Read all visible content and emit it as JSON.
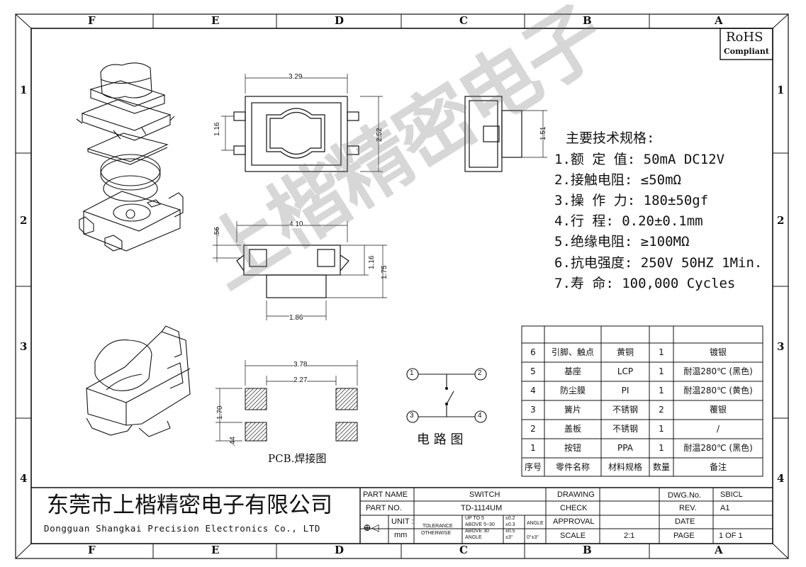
{
  "zones": {
    "columns": [
      "F",
      "E",
      "D",
      "C",
      "B",
      "A"
    ],
    "rows": [
      "1",
      "2",
      "3",
      "4"
    ]
  },
  "rohs": {
    "title": "RoHS",
    "subtitle": "Compliant"
  },
  "dimensions": {
    "d_3_29": "3.29",
    "d_1_16_top": "1.16",
    "d_2_52": "2.52",
    "d_1_51": "1.51",
    "d_4_10": "4.10",
    "d_0_56": ".56",
    "d_1_16_side": "1.16",
    "d_1_75": "1.75",
    "d_1_86": "1.86",
    "d_3_78": "3.78",
    "d_2_27": "2.27",
    "d_1_70": "1.70",
    "d_0_44": ".44"
  },
  "pcb_label": "PCB.焊接图",
  "circuit": {
    "label": "电 路 图",
    "pins": [
      "1",
      "2",
      "3",
      "4"
    ]
  },
  "specs": {
    "title": "主要技术规格:",
    "items": [
      "1.额 定 值: 50mA DC12V",
      "2.接触电阻: ≤50mΩ",
      "3.操 作 力: 180±50gf",
      "4.行    程: 0.20±0.1mm",
      "5.绝缘电阻: ≥100MΩ",
      "6.抗电强度: 250V 50HZ 1Min.",
      "7.寿    命: 100,000 Cycles"
    ]
  },
  "watermark": "上楷精密电子",
  "bom": {
    "header": [
      "序号",
      "零件名称",
      "材料规格",
      "数量",
      "备注"
    ],
    "rows": [
      [
        "6",
        "引脚、触点",
        "黄铜",
        "1",
        "镀银"
      ],
      [
        "5",
        "基座",
        "LCP",
        "1",
        "耐温280℃ (黑色)"
      ],
      [
        "4",
        "防尘膜",
        "PI",
        "1",
        "耐温280℃ (黄色)"
      ],
      [
        "3",
        "簧片",
        "不锈钢",
        "2",
        "覆银"
      ],
      [
        "2",
        "盖板",
        "不锈钢",
        "1",
        "/"
      ],
      [
        "1",
        "按钮",
        "PPA",
        "1",
        "耐温280℃ (黑色)"
      ]
    ]
  },
  "company": {
    "name_cn": "东莞市上楷精密电子有限公司",
    "name_en": "Dongguan Shangkai Precision Electronics Co., LTD"
  },
  "title_block": {
    "part_name_label": "PART NAME",
    "part_name": "SWITCH",
    "part_no_label": "PART NO.",
    "part_no": "TD-1114UM",
    "unit_label": "UNIT :",
    "unit": "mm",
    "tolerance_label": "TOLERANCE",
    "otherwise_label": "OTHERWISE",
    "tol_rows": [
      [
        "UP TO 5",
        "±0.2"
      ],
      [
        "ABOVE 5~30",
        "±0.3"
      ],
      [
        "ABOVE 30",
        "±0.5"
      ],
      [
        "ANGLE",
        "±3°"
      ]
    ],
    "angle_label": "ANGLE",
    "angle_value": "0°±3°",
    "drawing_label": "DRAWING",
    "check_label": "CHECK",
    "approval_label": "APPROVAL",
    "scale_label": "SCALE",
    "scale": "2:1",
    "dwg_no_label": "DWG.No.",
    "dwg_no": "SBICL",
    "rev_label": "REV.",
    "rev": "A1",
    "date_label": "DATE",
    "date": "",
    "page_label": "PAGE",
    "page": "1 OF 1"
  }
}
